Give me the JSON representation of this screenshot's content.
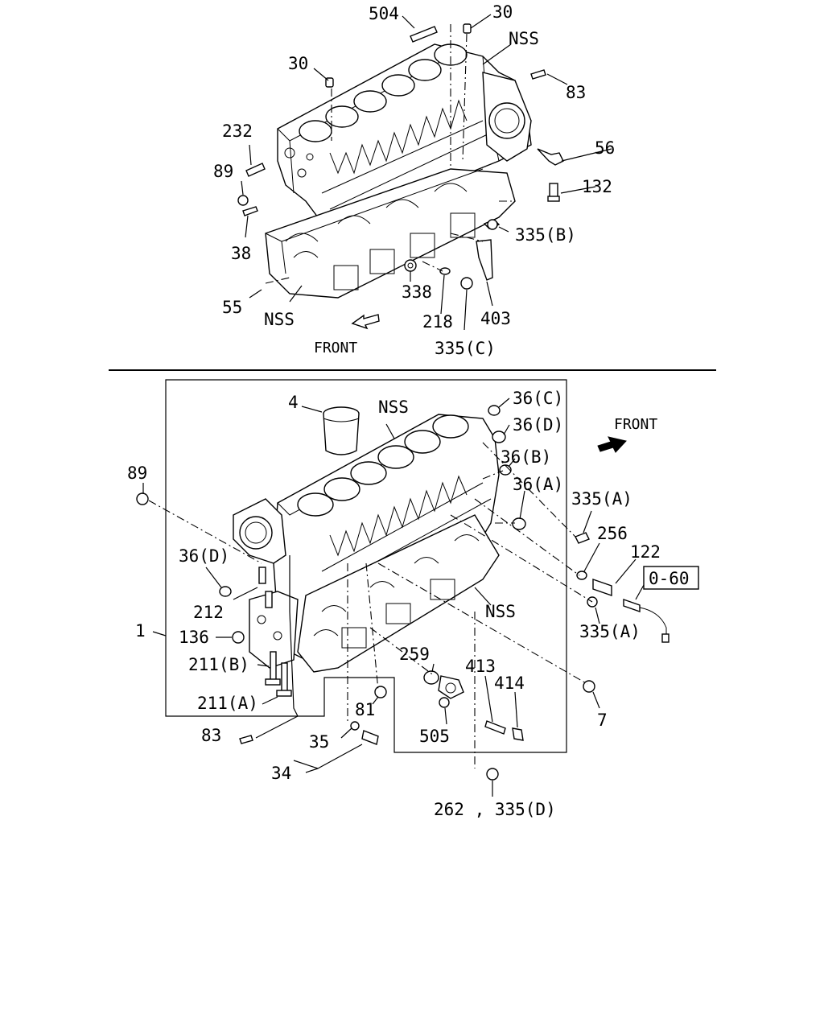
{
  "top_assembly": {
    "front_label": "FRONT",
    "nss_upper": "NSS",
    "nss_lower": "NSS",
    "callouts": {
      "p504": "504",
      "p30_right": "30",
      "p30_left": "30",
      "p83": "83",
      "p232": "232",
      "p56": "56",
      "p89": "89",
      "p132": "132",
      "p38": "38",
      "p335b": "335(B)",
      "p338": "338",
      "p55": "55",
      "p218": "218",
      "p403": "403",
      "p335c": "335(C)"
    }
  },
  "bottom_assembly": {
    "front_label": "FRONT",
    "nss_upper": "NSS",
    "nss_lower": "NSS",
    "ref_box": "0-60",
    "callouts": {
      "p4": "4",
      "p36c": "36(C)",
      "p36d_right": "36(D)",
      "p36b": "36(B)",
      "p36a": "36(A)",
      "p89": "89",
      "p335a_top": "335(A)",
      "p256": "256",
      "p122": "122",
      "p36d_left": "36(D)",
      "p212": "212",
      "p335a_bottom": "335(A)",
      "p1": "1",
      "p136": "136",
      "p211b": "211(B)",
      "p259": "259",
      "p413": "413",
      "p414": "414",
      "p211a": "211(A)",
      "p81": "81",
      "p7": "7",
      "p505": "505",
      "p83": "83",
      "p35": "35",
      "p34": "34",
      "p262_335d": "262 , 335(D)"
    }
  },
  "colors": {
    "line": "#000000",
    "background": "#ffffff"
  }
}
